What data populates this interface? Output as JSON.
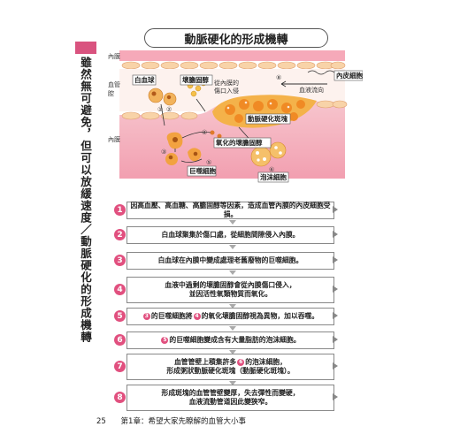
{
  "title": "動脈硬化的形成機轉",
  "side_text": "雖然無可避免，但可以放緩速度／動脈硬化的形成機轉",
  "diagram_labels": {
    "intima_top": "內膜",
    "lumen_1": "血管",
    "lumen_2": "腔",
    "intima_bottom": "內膜",
    "white_cell": "白血球",
    "cholesterol": "壞膽固醇",
    "wound_entry_1": "從內膜的",
    "wound_entry_2": "傷口入侵",
    "endothelium": "內皮細胞",
    "blood_flow": "血液流向",
    "plaque": "動脈硬化斑塊",
    "oxidized": "氧化的壞膽固醇",
    "macrophage": "巨噬細胞",
    "foam_cell": "泡沫細胞",
    "n1": "①",
    "n2": "②",
    "n3": "③",
    "n4": "④",
    "n5": "⑤",
    "n6": "⑥",
    "n8": "⑧"
  },
  "steps": [
    {
      "num": "1",
      "pre": "因高血壓、高血糖、高膽固醇等因素，造成血管內膜的內皮細胞受損。"
    },
    {
      "num": "2",
      "pre": "白血球聚集於傷口處，從細胞間隙侵入內膜。"
    },
    {
      "num": "3",
      "pre": "白血球在內膜中變成處理老舊廢物的巨噬細胞。"
    },
    {
      "num": "4",
      "pre": "血液中過剩的壞膽固醇會從內膜傷口侵入，",
      "line2": "並因活性氧類物質而氧化。"
    },
    {
      "num": "5",
      "ref1": "3",
      "mid1": "的巨噬細胞將",
      "ref2": "4",
      "post": "的氧化壞膽固醇視為異物，加以吞噬。"
    },
    {
      "num": "6",
      "ref1": "5",
      "post": "的巨噬細胞變成含有大量脂肪的泡沫細胞。"
    },
    {
      "num": "7",
      "pre": "血管管壁上積集許多",
      "ref1": "6",
      "post": "的泡沫細胞，",
      "line2": "形成粥狀動脈硬化斑塊（動脈硬化斑塊）。"
    },
    {
      "num": "8",
      "pre": "形成斑塊的血管管壁變厚，失去彈性而變硬，",
      "line2": "血液流動管道因此變狹窄。"
    }
  ],
  "footer": {
    "page": "25",
    "chapter": "第1章：希望大家先瞭解的血管大小事"
  }
}
